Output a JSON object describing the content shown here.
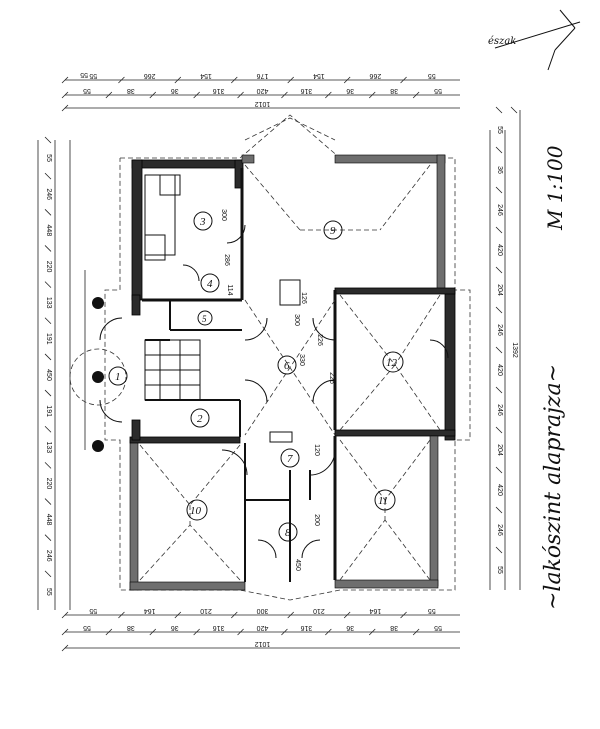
{
  "drawing": {
    "title": "~lakószint alaprajza~",
    "scale": "M 1:100",
    "north_label": "észak"
  },
  "rooms": [
    {
      "id": "r1",
      "number": "1"
    },
    {
      "id": "r2",
      "number": "2"
    },
    {
      "id": "r3",
      "number": "3"
    },
    {
      "id": "r4",
      "number": "4"
    },
    {
      "id": "r5",
      "number": "5"
    },
    {
      "id": "r6",
      "number": "6"
    },
    {
      "id": "r7",
      "number": "7"
    },
    {
      "id": "r8",
      "number": "8"
    },
    {
      "id": "r9",
      "number": "9"
    },
    {
      "id": "r10",
      "number": "10"
    },
    {
      "id": "r11",
      "number": "11"
    },
    {
      "id": "r12",
      "number": "12"
    }
  ],
  "dimensions": {
    "top_row1": [
      "55",
      "266",
      "154",
      "176",
      "154",
      "266",
      "55"
    ],
    "top_row2": [
      "55",
      "38",
      "36",
      "316",
      "420",
      "316",
      "36",
      "38",
      "55"
    ],
    "top_total": "1012",
    "bottom_row1": [
      "55",
      "164",
      "210",
      "300",
      "210",
      "164",
      "55"
    ],
    "bottom_row2": [
      "55",
      "38",
      "36",
      "316",
      "420",
      "316",
      "36",
      "38",
      "55"
    ],
    "bottom_total": "1012",
    "left": [
      "55",
      "246",
      "448",
      "220",
      "133",
      "191",
      "450",
      "191",
      "133",
      "220",
      "448",
      "246",
      "55"
    ],
    "right": [
      "55",
      "36",
      "246",
      "420",
      "204",
      "246",
      "420",
      "246",
      "204",
      "420",
      "246",
      "55"
    ],
    "right_total": "1392",
    "interior": [
      "300",
      "286",
      "114",
      "300",
      "126",
      "226",
      "330",
      "226",
      "120",
      "200",
      "450"
    ]
  },
  "colors": {
    "ink": "#111111",
    "wall": "#2b2b2b",
    "paper": "#ffffff"
  }
}
